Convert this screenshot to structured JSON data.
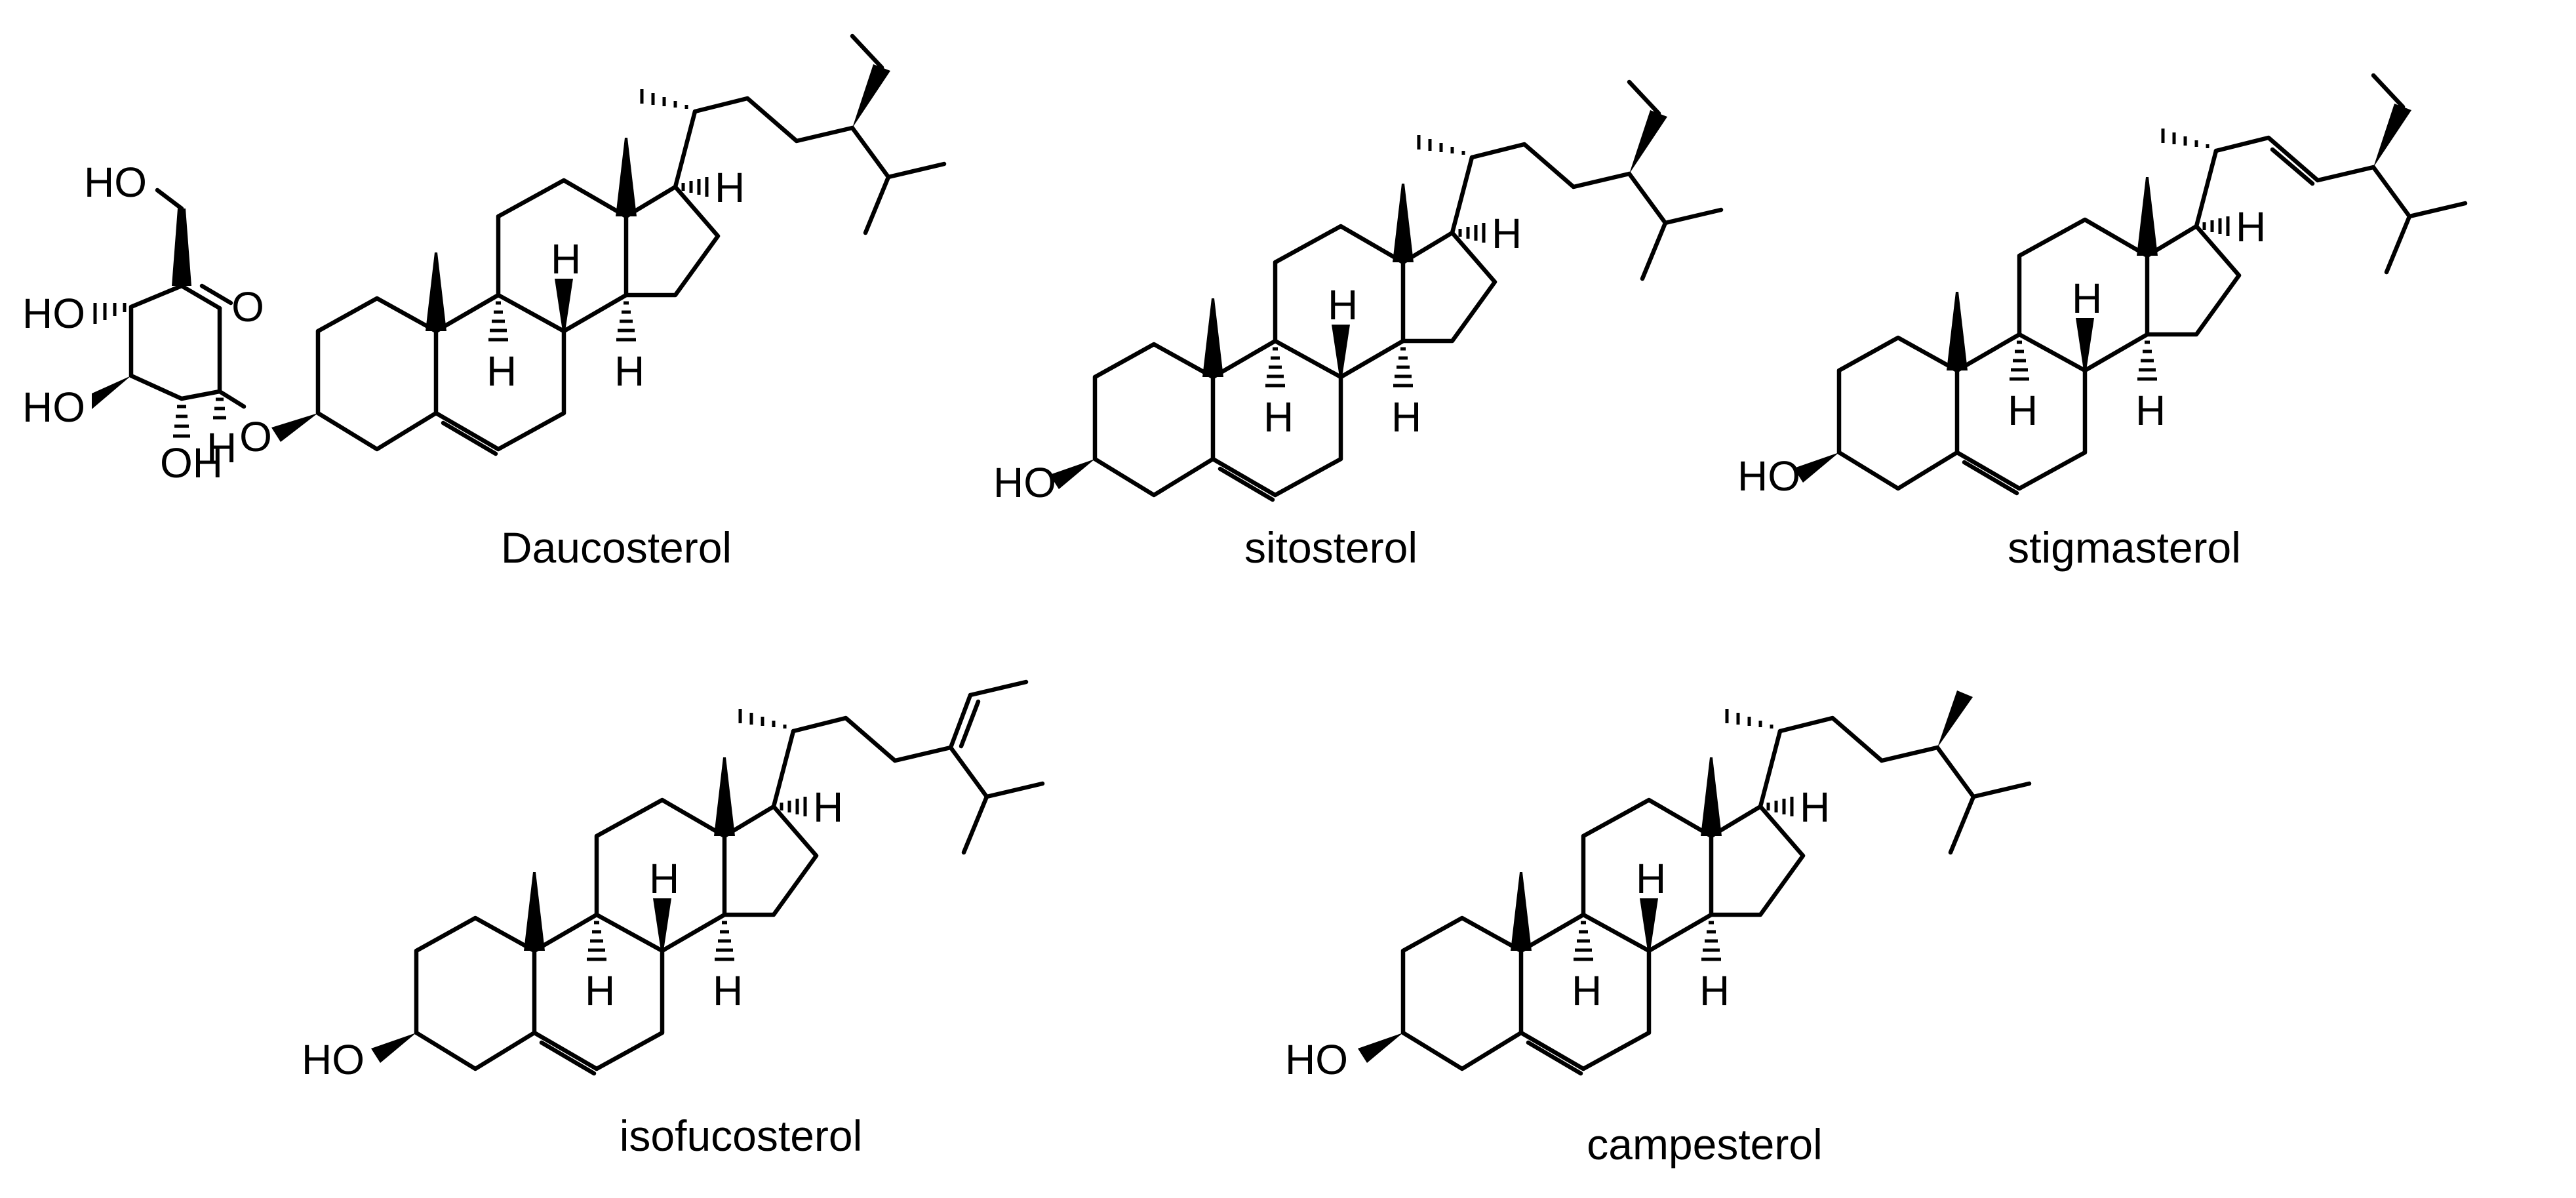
{
  "compounds": [
    {
      "name": "Daucosterol",
      "hydroxyl_labels": [
        "HO",
        "HO",
        "HO",
        "OH"
      ],
      "ring_oxygen": "O",
      "linker_oxygen": "O"
    },
    {
      "name": "sitosterol",
      "hydroxyl_label": "HO"
    },
    {
      "name": "stigmasterol",
      "hydroxyl_label": "HO"
    },
    {
      "name": "isofucosterol",
      "hydroxyl_label": "HO"
    },
    {
      "name": "campesterol",
      "hydroxyl_label": "HO"
    }
  ],
  "hydrogen_label": "H"
}
